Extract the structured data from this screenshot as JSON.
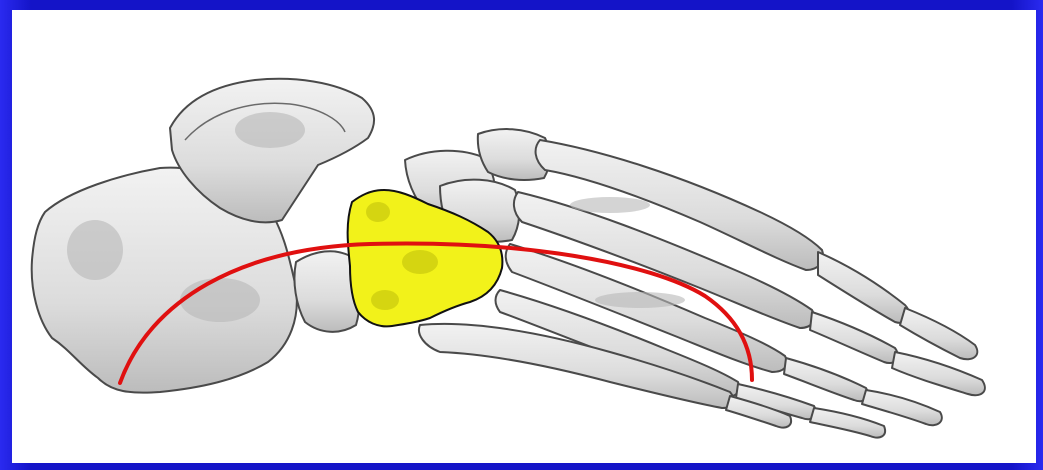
{
  "figure": {
    "colors": {
      "frame": "#1c1ce0",
      "panel": "#ffffff",
      "bone_fill": "#e4e4e4",
      "bone_shade": "#bdbdbd",
      "bone_outline": "#4a4a4a",
      "highlight_fill": "#f2f21a",
      "highlight_outline": "#111111",
      "arch_line": "#e01010"
    },
    "elements": {
      "foot_skeleton": "foot-bones-illustration",
      "highlighted_bone": "navicular-bone-highlight",
      "arch_curve": "longitudinal-arch-curve"
    }
  }
}
